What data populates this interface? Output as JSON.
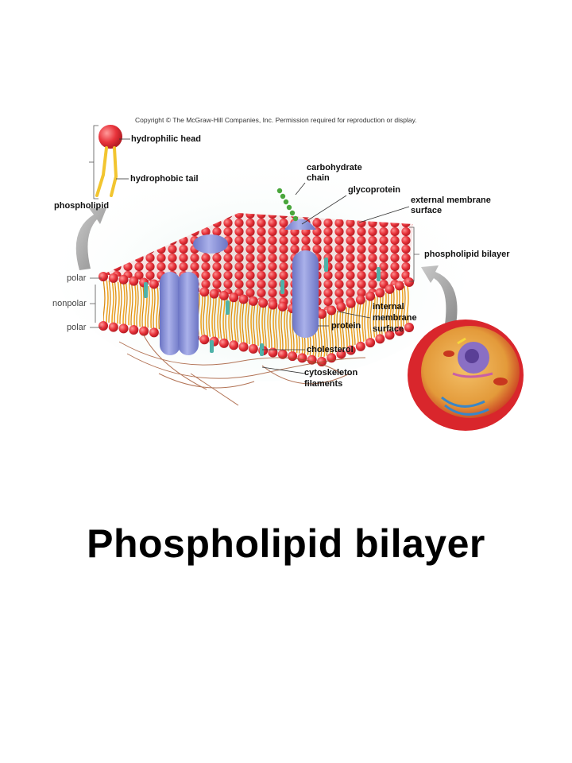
{
  "copyright": "Copyright © The McGraw-Hill Companies, Inc. Permission required for reproduction or display.",
  "labels": {
    "hydrophilic_head": "hydrophilic head",
    "hydrophobic_tail": "hydrophobic tail",
    "phospholipid": "phospholipid",
    "carbohydrate_chain_1": "carbohydrate",
    "carbohydrate_chain_2": "chain",
    "glycoprotein": "glycoprotein",
    "external_surface_1": "external membrane",
    "external_surface_2": "surface",
    "phospholipid_bilayer": "phospholipid bilayer",
    "polar_top": "polar",
    "nonpolar": "nonpolar",
    "polar_bottom": "polar",
    "internal_surface_1": "internal",
    "internal_surface_2": "membrane",
    "internal_surface_3": "surface",
    "protein": "protein",
    "cholesterol": "cholesterol",
    "cytoskeleton_1": "cytoskeleton",
    "cytoskeleton_2": "filaments"
  },
  "title": "Phospholipid bilayer",
  "colors": {
    "head": "#e8323a",
    "tail": "#f2a623",
    "protein": "#8a93d6",
    "cholesterol": "#4fb2a8",
    "background_glow": "#d7eee6",
    "cell_outer": "#d9262c",
    "cell_inner": "#e9a84a"
  }
}
